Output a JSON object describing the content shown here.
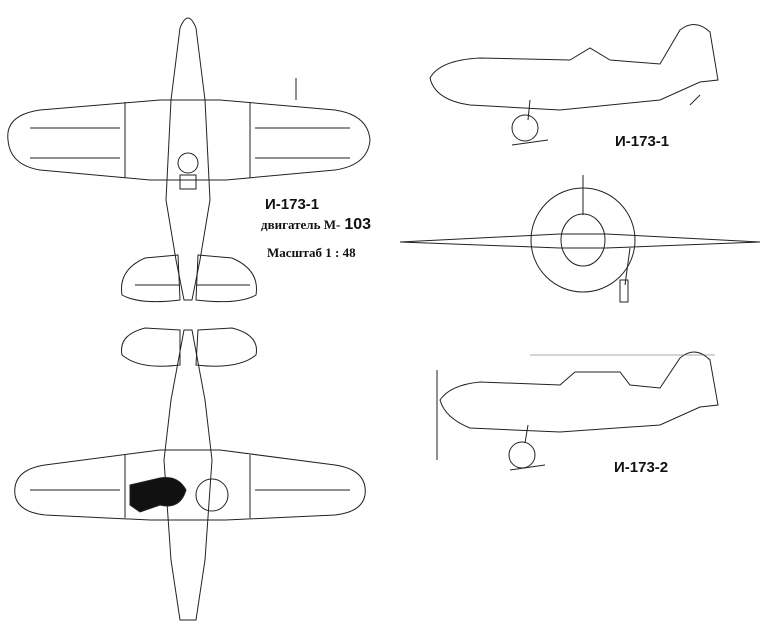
{
  "top_view": {
    "title": "И-173-1",
    "engine_label": "двигатель М-",
    "engine_model": "103",
    "scale_label": "Масштаб 1 : 48"
  },
  "side_view_1": {
    "title": "И-173-1"
  },
  "side_view_2": {
    "title": "И-173-2"
  }
}
